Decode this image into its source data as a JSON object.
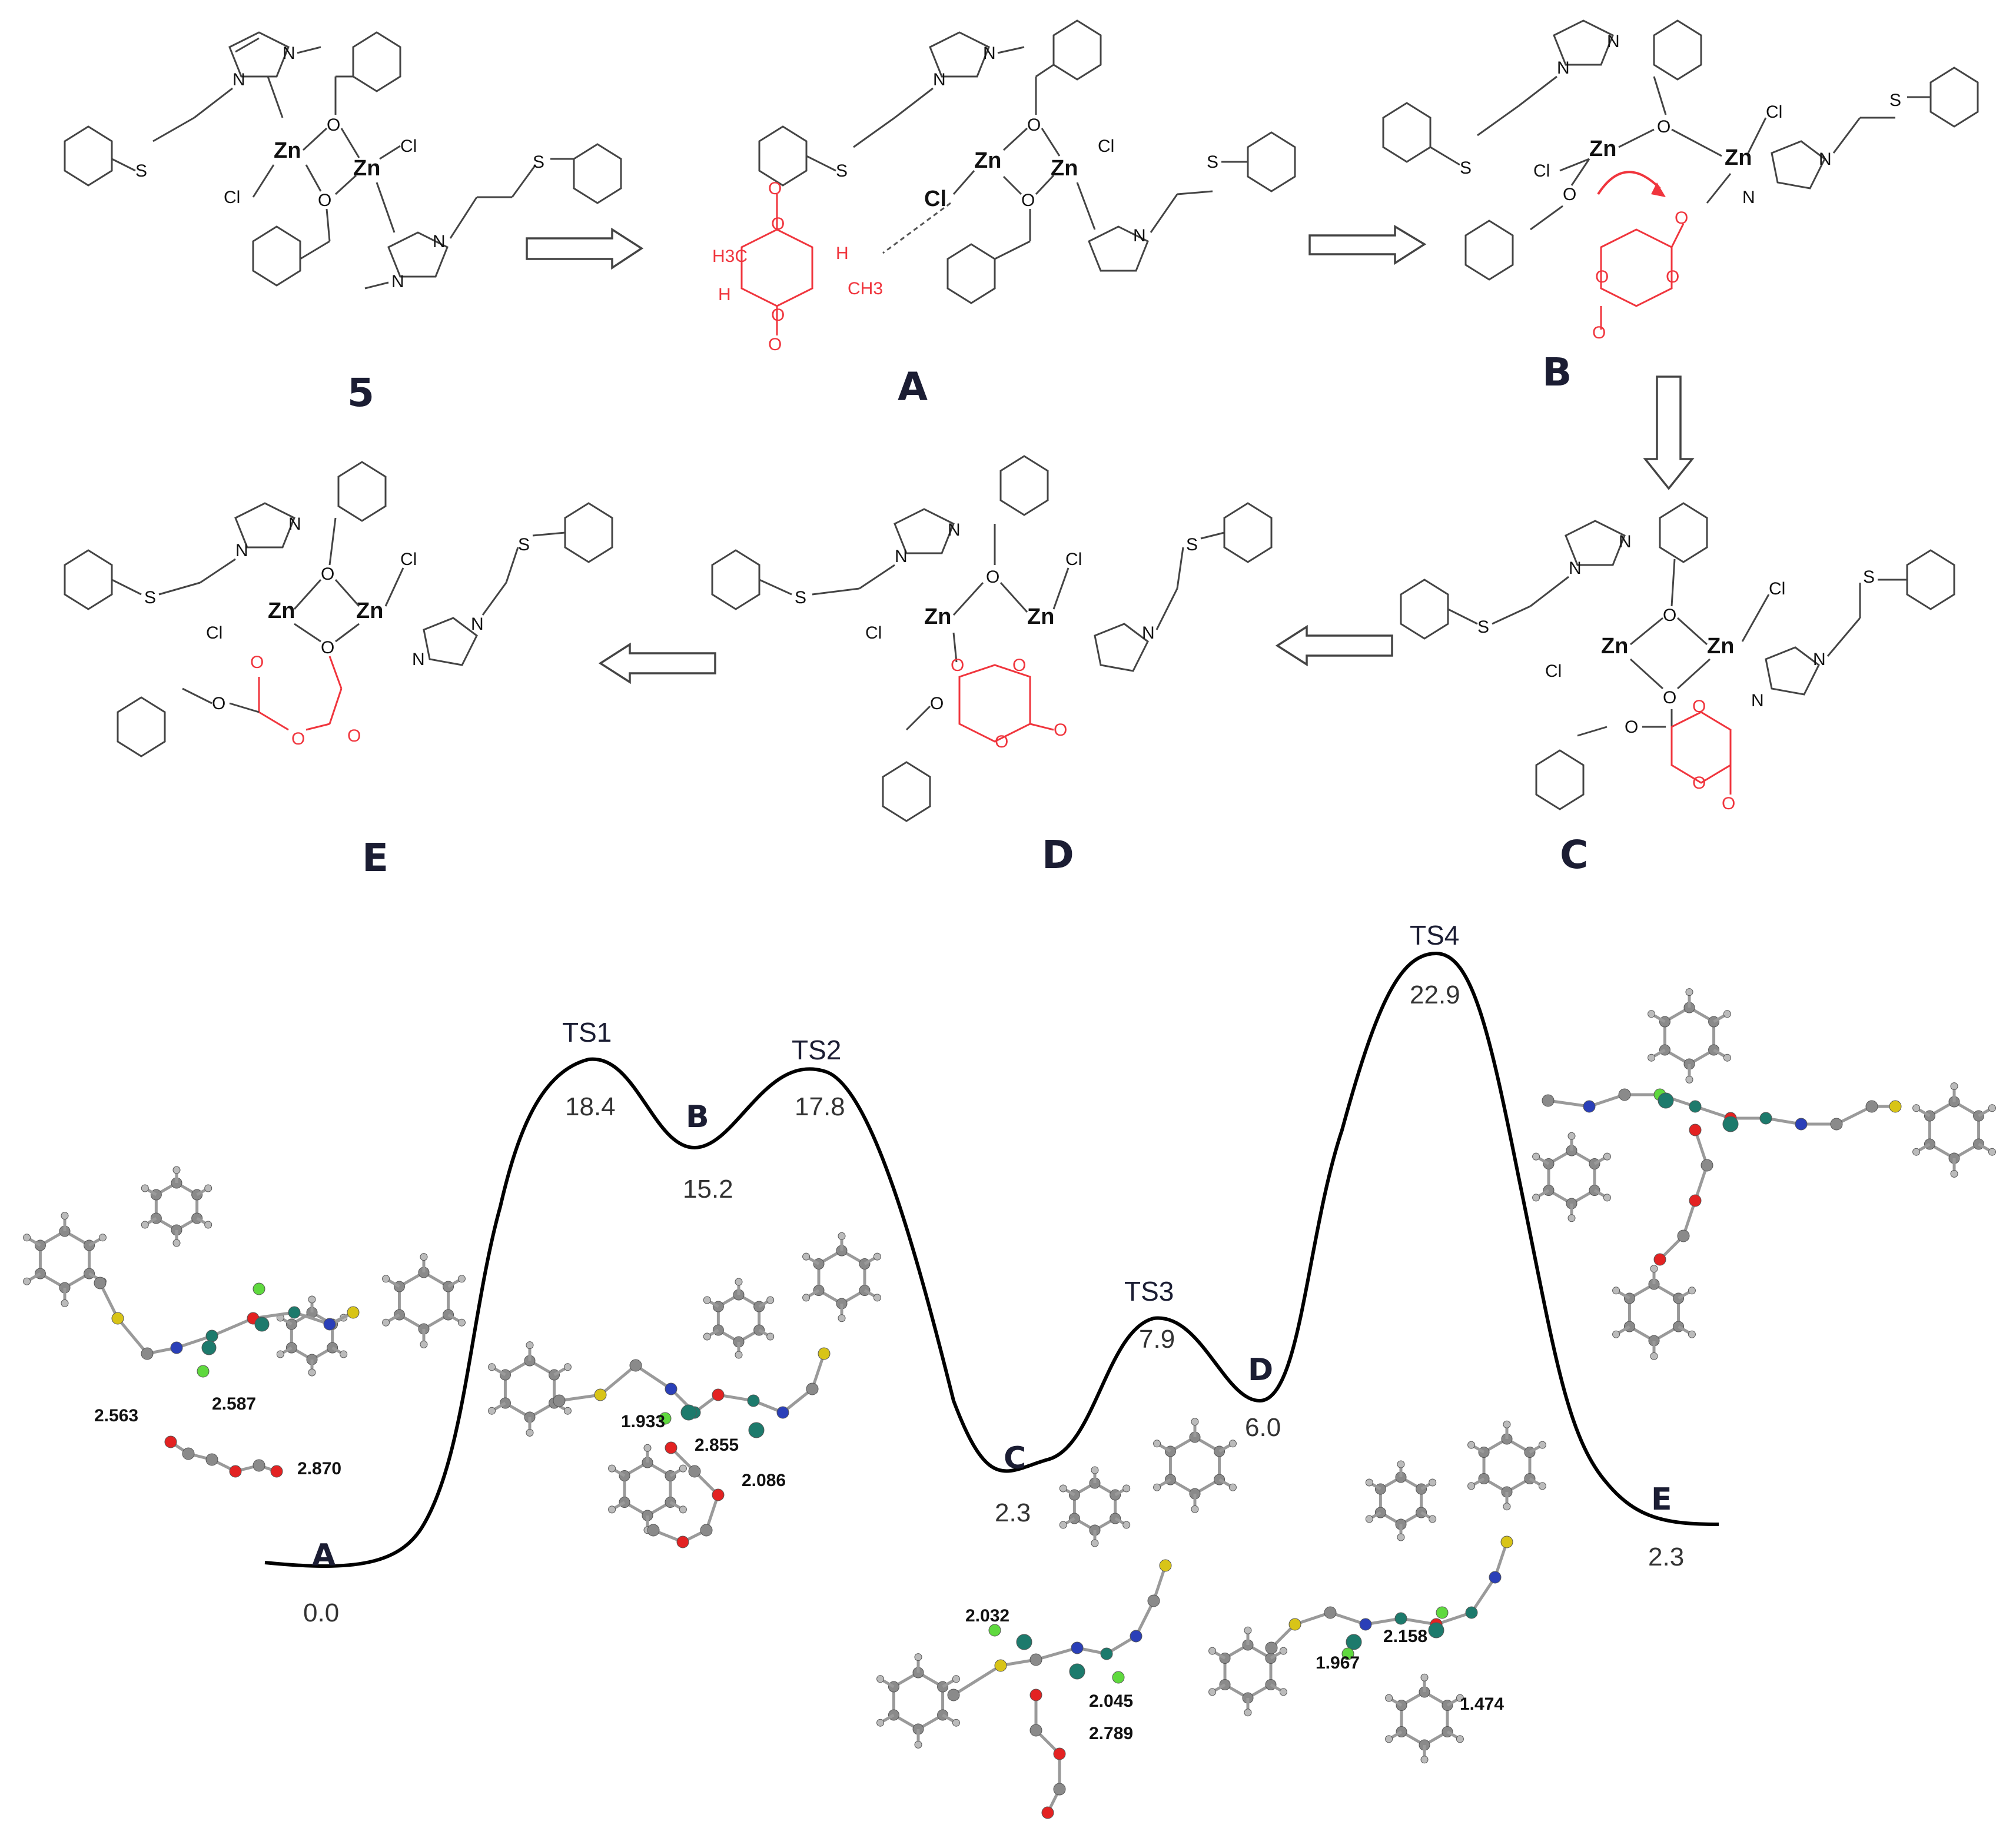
{
  "scheme": {
    "compounds": [
      {
        "id": "5",
        "label": "5"
      },
      {
        "id": "A",
        "label": "A"
      },
      {
        "id": "B",
        "label": "B"
      },
      {
        "id": "C",
        "label": "C"
      },
      {
        "id": "D",
        "label": "D"
      },
      {
        "id": "E",
        "label": "E"
      }
    ],
    "atom_labels": {
      "zn": "Zn",
      "o": "O",
      "cl": "Cl",
      "n": "N",
      "s": "S",
      "h": "H",
      "h3c": "H3C",
      "ch3": "CH3"
    }
  },
  "profile": {
    "states": [
      {
        "name": "A",
        "energy": "0.0"
      },
      {
        "name": "TS1",
        "energy": "18.4"
      },
      {
        "name": "B",
        "energy": "15.2"
      },
      {
        "name": "TS2",
        "energy": "17.8"
      },
      {
        "name": "C",
        "energy": "2.3"
      },
      {
        "name": "TS3",
        "energy": "7.9"
      },
      {
        "name": "D",
        "energy": "6.0"
      },
      {
        "name": "TS4",
        "energy": "22.9"
      },
      {
        "name": "E",
        "energy": "2.3"
      }
    ],
    "distances": {
      "A": [
        "2.563",
        "2.587",
        "2.870"
      ],
      "TS1": [
        "1.933",
        "2.855",
        "2.086"
      ],
      "TS3": [
        "2.032",
        "2.045",
        "2.789"
      ],
      "TS4": [
        "1.967",
        "2.158",
        "1.474"
      ]
    }
  },
  "colors": {
    "substrate": "#f0353d",
    "bond": "#444444",
    "zinc": "#1d7a6c",
    "oxygen": "#e32222",
    "nitrogen": "#2a3fb8",
    "sulfur": "#d8c417",
    "chlorine": "#5fd93e",
    "carbon": "#8a8a8a"
  }
}
